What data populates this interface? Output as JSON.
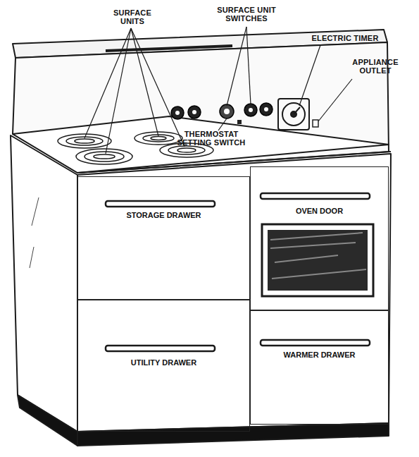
{
  "diagram": {
    "nodes": [
      {
        "text": [
          "STORAGE DRAWER"
        ]
      },
      {
        "text": [
          "OVEN DOOR"
        ]
      },
      {
        "text": [
          "UTILITY DRAWER"
        ]
      },
      {
        "text": [
          "WARMER DRAWER"
        ]
      }
    ],
    "labels": [
      "SURFACE UNITS",
      "SURFACE UNIT SWITCHES",
      "ELECTRIC TIMER",
      "APPLIANCE OUTLET",
      "THERMOSTAT SETTING SWITCH"
    ]
  }
}
